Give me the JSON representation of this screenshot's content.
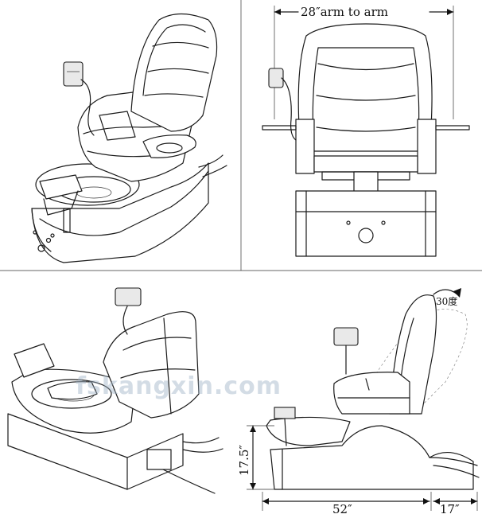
{
  "dimensions": {
    "arm_to_arm": "28″arm to arm",
    "height": "17.5″",
    "length": "52″",
    "extension": "17″",
    "recline": "30度"
  },
  "watermark": "fskangxin.com",
  "views": [
    "perspective-front",
    "front",
    "perspective-rear",
    "side"
  ]
}
